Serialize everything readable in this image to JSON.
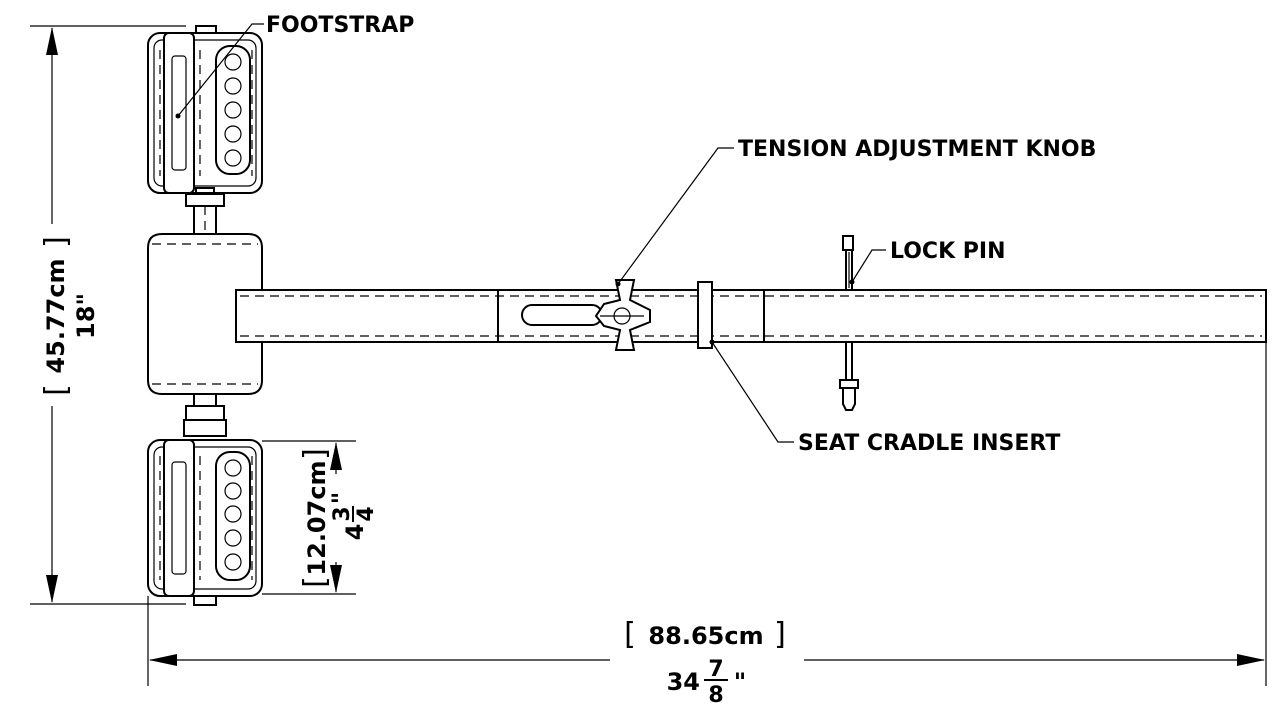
{
  "labels": {
    "footstrap": "FOOTSTRAP",
    "tension_knob": "TENSION ADJUSTMENT KNOB",
    "lock_pin": "LOCK PIN",
    "seat_cradle": "SEAT CRADLE INSERT"
  },
  "dimensions": {
    "overall_height": {
      "metric": "45.77cm",
      "imperial": "18\""
    },
    "footplate_height": {
      "metric": "12.07cm",
      "imperial_whole": "4",
      "imperial_num": "3",
      "imperial_den": "4",
      "inch_mark": "\""
    },
    "overall_length": {
      "metric": "88.65cm",
      "imperial_whole": "34",
      "imperial_num": "7",
      "imperial_den": "8",
      "inch_mark": "\""
    }
  }
}
